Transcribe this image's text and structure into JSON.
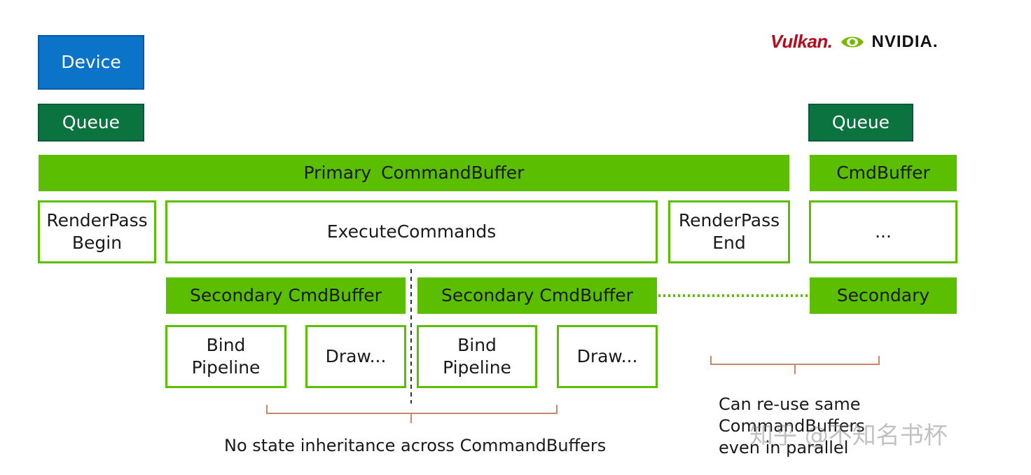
{
  "colors": {
    "device": "#0b74c9",
    "queue": "#0a7340",
    "green": "#5bbf00",
    "bracket": "#c8876b"
  },
  "logos": {
    "vulkan": "Vulkan.",
    "nvidia": "NVIDIA."
  },
  "left": {
    "device": "Device",
    "queue": "Queue",
    "primary": "Primary CommandBuffer",
    "renderpass_begin": [
      "RenderPass",
      "Begin"
    ],
    "execute": "ExecuteCommands",
    "renderpass_end": [
      "RenderPass",
      "End"
    ],
    "secondary_a": {
      "title": "Secondary CmdBuffer",
      "bind": [
        "Bind",
        "Pipeline"
      ],
      "draw": "Draw..."
    },
    "secondary_b": {
      "title": "Secondary CmdBuffer",
      "bind": [
        "Bind",
        "Pipeline"
      ],
      "draw": "Draw..."
    },
    "note": "No state inheritance across CommandBuffers"
  },
  "right": {
    "queue": "Queue",
    "cmdbuffer": "CmdBuffer",
    "ellipsis": "...",
    "secondary": "Secondary",
    "note": [
      "Can re-use same",
      "CommandBuffers",
      "even in parallel"
    ]
  },
  "watermark": "知乎 @不知名书杯"
}
